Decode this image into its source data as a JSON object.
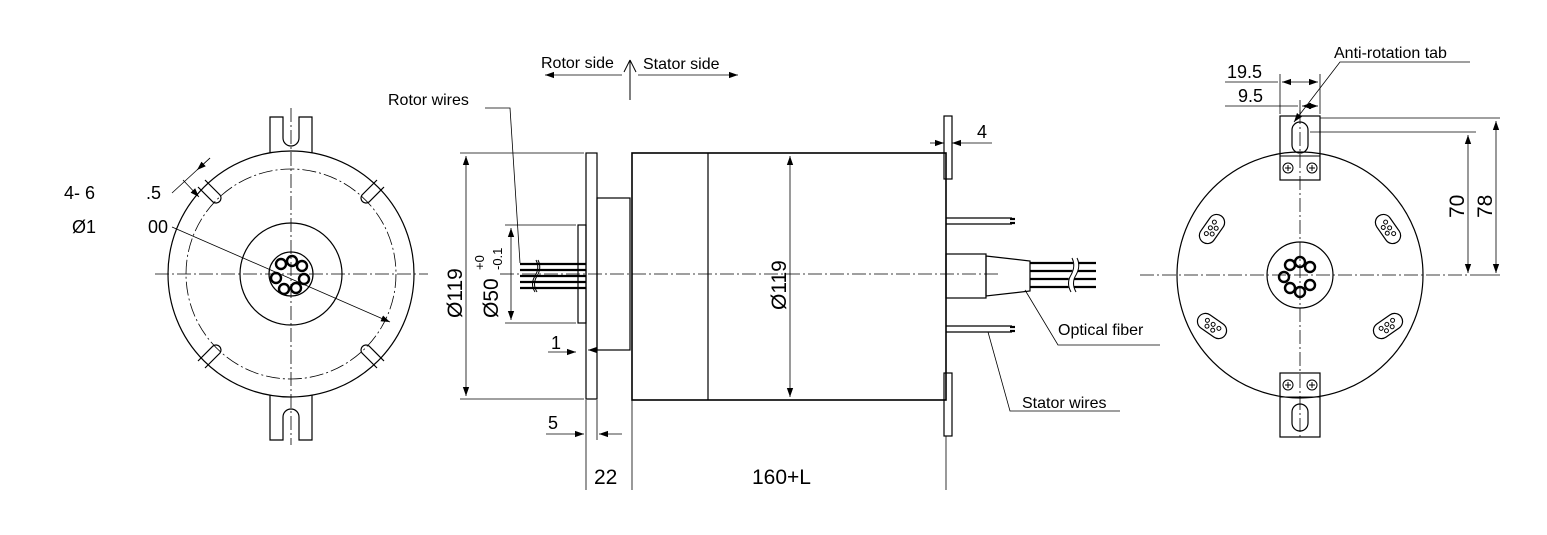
{
  "labels": {
    "rotor_side": "Rotor side",
    "stator_side": "Stator  side",
    "rotor_wires": "Rotor wires",
    "optical_fiber": "Optical fiber",
    "stator_wires": "Stator wires",
    "anti_rotation_tab": "Anti-rotation tab"
  },
  "dimensions": {
    "holes_count": "4- 6",
    "holes_dia_frac": ".5",
    "pcd_prefix": "Ø1",
    "pcd_suffix": "00",
    "outer_dia_rotor": "Ø119",
    "shaft_dia": "Ø50",
    "shaft_tol_upper": "+0",
    "shaft_tol_lower": "-0.1",
    "body_dia": "Ø119",
    "step_1": "1",
    "flange_5": "5",
    "flange_22": "22",
    "body_length": "160+L",
    "tab_thickness": "4",
    "tab_19_5": "19.5",
    "tab_9_5": "9.5",
    "tab_70": "70",
    "tab_78": "78"
  }
}
